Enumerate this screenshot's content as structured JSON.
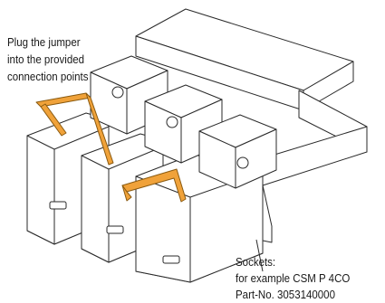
{
  "callout_top": {
    "lines": [
      "Plug the jumper",
      "into the provided",
      "connection points"
    ]
  },
  "callout_bottom": {
    "lines": [
      "Sockets:",
      "for example CSM P 4CO",
      "Part-No. 3053140000"
    ]
  },
  "colors": {
    "jumper_fill": "#f0a23a",
    "jumper_stroke": "#8a5a10",
    "line": "#2a2a2a"
  },
  "icons": [
    "jumper-bar",
    "relay-socket",
    "din-rail-clip"
  ]
}
